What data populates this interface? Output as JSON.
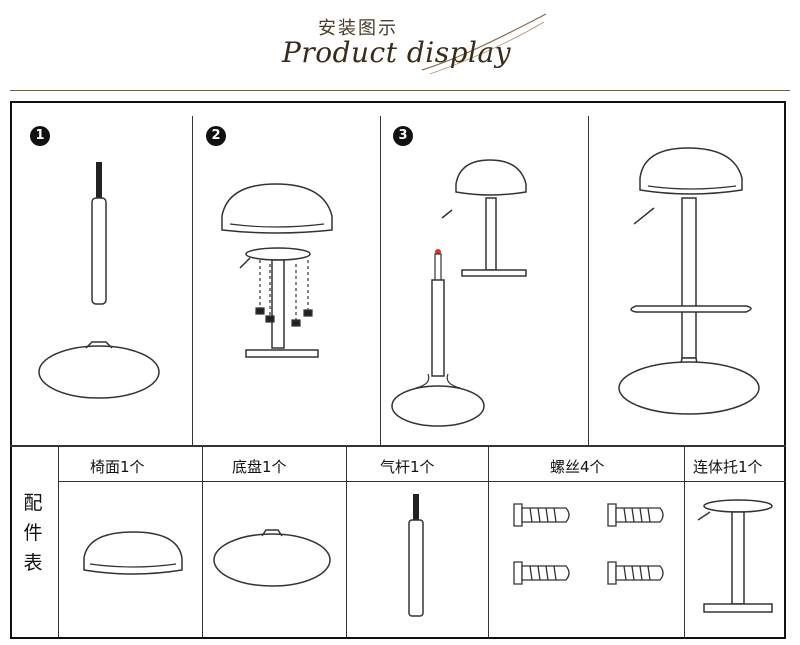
{
  "header": {
    "title_zh": "安装图示",
    "title_en": "Product display"
  },
  "steps": [
    {
      "badge": "1"
    },
    {
      "badge": "2"
    },
    {
      "badge": "3"
    }
  ],
  "parts_table": {
    "side_label": "配件表",
    "columns": [
      {
        "label": "椅面1个"
      },
      {
        "label": "底盘1个"
      },
      {
        "label": "气杆1个"
      },
      {
        "label": "螺丝4个"
      },
      {
        "label": "连体托1个"
      }
    ]
  },
  "colors": {
    "line": "#333333",
    "accent_brown": "#7a5c3a",
    "gas_tip": "#e03020"
  }
}
